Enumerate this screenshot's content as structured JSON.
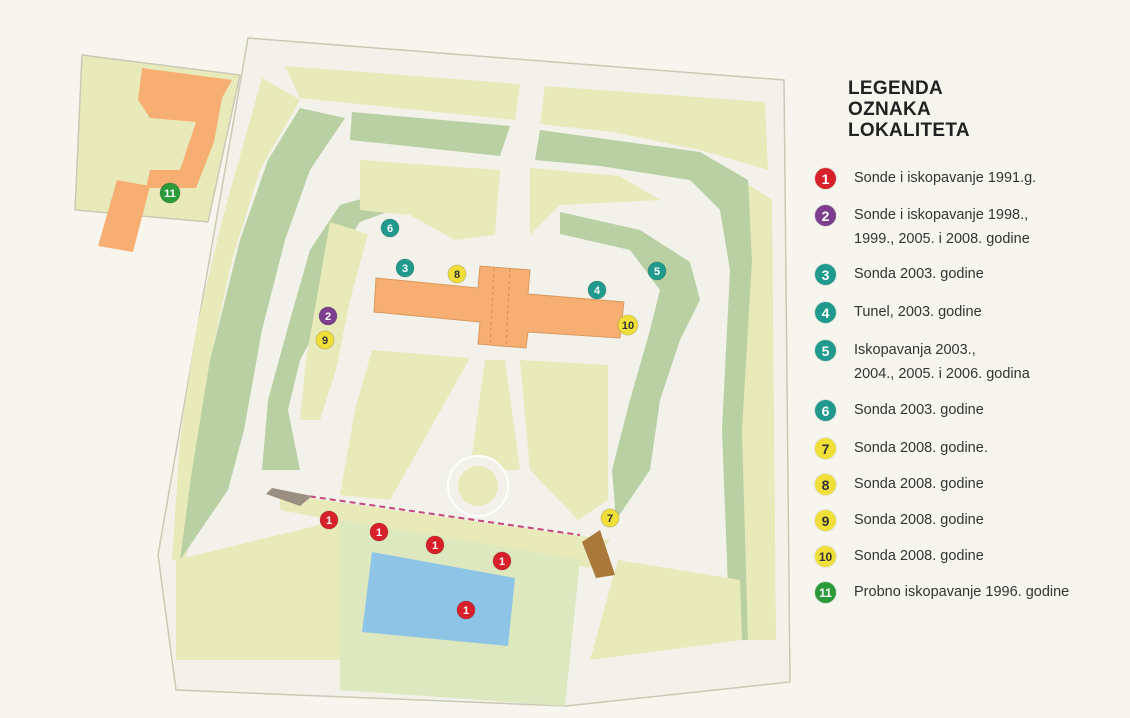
{
  "legend": {
    "title_lines": [
      "LEGENDA",
      "OZNAKA",
      "LOKALITETA"
    ],
    "items": [
      {
        "num": "1",
        "color": "#d8202a",
        "text_color": "#ffffff",
        "lines": [
          "Sonde i iskopavanje 1991.g."
        ]
      },
      {
        "num": "2",
        "color": "#7b3f8e",
        "text_color": "#ffffff",
        "lines": [
          "Sonde i iskopavanje 1998.,",
          "1999., 2005. i 2008. godine"
        ]
      },
      {
        "num": "3",
        "color": "#1f9a8c",
        "text_color": "#ffffff",
        "lines": [
          "Sonda 2003. godine"
        ]
      },
      {
        "num": "4",
        "color": "#1f9a8c",
        "text_color": "#ffffff",
        "lines": [
          "Tunel, 2003. godine"
        ]
      },
      {
        "num": "5",
        "color": "#1f9a8c",
        "text_color": "#ffffff",
        "lines": [
          "Iskopavanja 2003.,",
          "2004., 2005. i 2006. godina"
        ]
      },
      {
        "num": "6",
        "color": "#1f9a8c",
        "text_color": "#ffffff",
        "lines": [
          "Sonda 2003. godine"
        ]
      },
      {
        "num": "7",
        "color": "#f0df38",
        "text_color": "#333333",
        "lines": [
          "Sonda 2008. godine."
        ]
      },
      {
        "num": "8",
        "color": "#f0df38",
        "text_color": "#333333",
        "lines": [
          "Sonda 2008. godine"
        ]
      },
      {
        "num": "9",
        "color": "#f0df38",
        "text_color": "#333333",
        "lines": [
          "Sonda 2008. godine"
        ]
      },
      {
        "num": "10",
        "color": "#f0df38",
        "text_color": "#333333",
        "lines": [
          "Sonda 2008. godine"
        ]
      },
      {
        "num": "11",
        "color": "#2b9a3a",
        "text_color": "#ffffff",
        "lines": [
          "Probno iskopavanje 1996. godine"
        ]
      }
    ]
  },
  "colors": {
    "lawn": "#e8eaba",
    "green_band": "#b9d0a3",
    "path": "#f2f2ea",
    "building": "#f6ae72",
    "pool": "#8ec5e6",
    "pool_surround": "#dde8bf",
    "outline": "#c9c9b5"
  },
  "map_markers": [
    {
      "num": "1",
      "kind": 1
    },
    {
      "num": "1",
      "kind": 1
    },
    {
      "num": "1",
      "kind": 1
    },
    {
      "num": "1",
      "kind": 1
    },
    {
      "num": "1",
      "kind": 1
    },
    {
      "num": "2",
      "kind": 2
    },
    {
      "num": "3",
      "kind": 3
    },
    {
      "num": "4",
      "kind": 4
    },
    {
      "num": "5",
      "kind": 5
    },
    {
      "num": "6",
      "kind": 6
    },
    {
      "num": "7",
      "kind": 7
    },
    {
      "num": "8",
      "kind": 8
    },
    {
      "num": "9",
      "kind": 9
    },
    {
      "num": "10",
      "kind": 10
    },
    {
      "num": "11",
      "kind": 11
    }
  ]
}
